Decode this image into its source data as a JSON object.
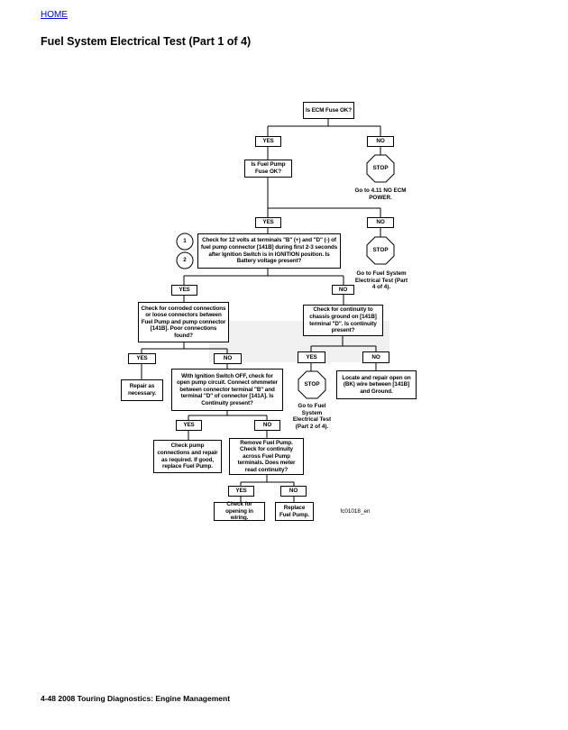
{
  "header": {
    "home_link": "HOME",
    "title": "Fuel System Electrical Test (Part 1 of 4)"
  },
  "footer": {
    "text": "4-48  2008 Touring Diagnostics:  Engine Management"
  },
  "flowchart": {
    "ecm_fuse": "Is ECM Fuse OK?",
    "yes": "YES",
    "no": "NO",
    "stop": "STOP",
    "stop1_text": "Go to 4.11 NO ECM POWER.",
    "fuel_pump_fuse": "Is Fuel Pump Fuse OK?",
    "step1": "1",
    "step2": "2",
    "check_12v": "Check for 12 volts at terminals \"B\" (+) and \"D\" (-) of fuel pump connector [141B] during first 2-3 seconds after Ignition Switch is in IGNITION position. Is Battery voltage present?",
    "stop2_text": "Go to Fuel System Electrical Test (Part 4 of 4).",
    "check_corroded": "Check for corroded connections or loose connectors between Fuel Pump and pump connector [141B]. Poor connections found?",
    "check_continuity_ground": "Check for continuity to chassis ground on [141B] terminal \"D\". Is continuity present?",
    "repair": "Repair as necessary.",
    "ignition_off": "With Ignition Switch OFF, check for open pump circuit. Connect ohmmeter between connector terminal \"B\" and terminal \"D\" of connector [141A]. Is Continuity present?",
    "stop3_text": "Go to Fuel System Electrical Test (Part 2 of 4).",
    "locate_repair": "Locate and repair open on (BK) wire between [141B] and Ground.",
    "check_pump": "Check pump connections and repair as required. If good, replace Fuel Pump.",
    "remove_pump": "Remove Fuel Pump. Check for continuity across Fuel Pump terminals. Does meter read continuity?",
    "check_opening": "Check for opening in wiring.",
    "replace_pump": "Replace Fuel Pump.",
    "figure_id": "fc01018_en"
  }
}
